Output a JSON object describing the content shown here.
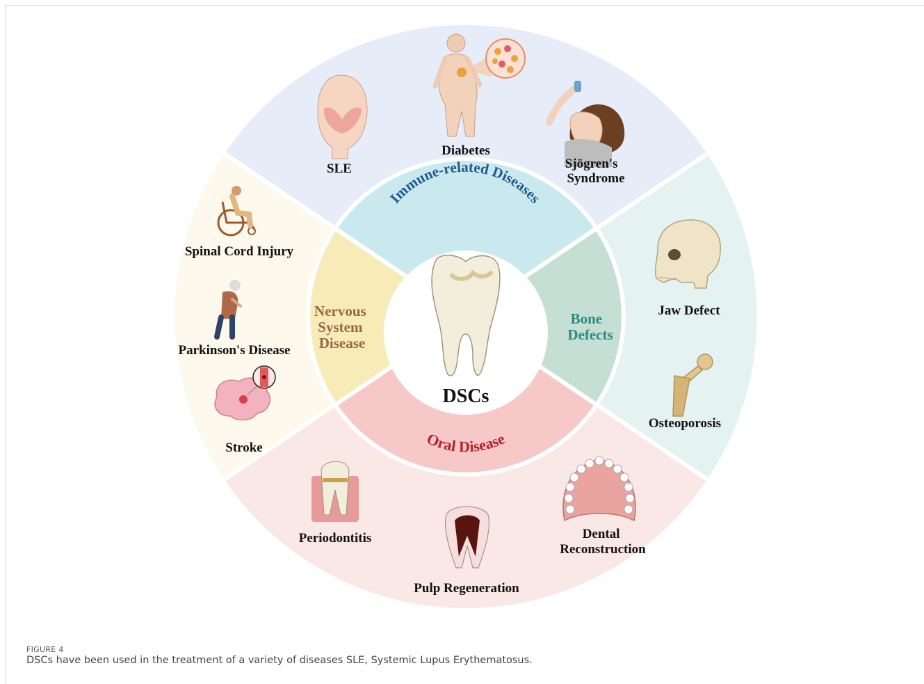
{
  "center": {
    "label": "DSCs"
  },
  "categories": {
    "immune": "Immune-related Diseases",
    "nervous": [
      "Nervous",
      "System",
      "Disease"
    ],
    "bone": [
      "Bone",
      "Defects"
    ],
    "oral": "Oral Disease"
  },
  "items": {
    "sle": "SLE",
    "diabetes": "Diabetes",
    "sjogren": [
      "Sjögren's",
      "Syndrome"
    ],
    "spinal": "Spinal Cord Injury",
    "parkinson": "Parkinson's Disease",
    "stroke": "Stroke",
    "jaw": "Jaw Defect",
    "osteoporosis": "Osteoporosis",
    "periodontitis": "Periodontitis",
    "pulp": "Pulp Regeneration",
    "dental": [
      "Dental",
      "Reconstruction"
    ]
  },
  "caption": {
    "label": "FIGURE 4",
    "text": "DSCs have been used in the treatment of a variety of diseases SLE, Systemic Lupus Erythematosus."
  },
  "colors": {
    "immune_outer": "#e6ecf8",
    "immune_inner": "#c9e9ef",
    "nervous_outer": "#fdf9ec",
    "nervous_inner": "#f7ecb8",
    "bone_outer": "#e4f3f2",
    "bone_inner": "#c5dfd5",
    "oral_outer": "#f9e8e5",
    "oral_inner": "#f6c9c8",
    "immune_text": "#1f5b8f",
    "nervous_text": "#9c6644",
    "bone_text": "#2a8a86",
    "oral_text": "#b5222a"
  }
}
